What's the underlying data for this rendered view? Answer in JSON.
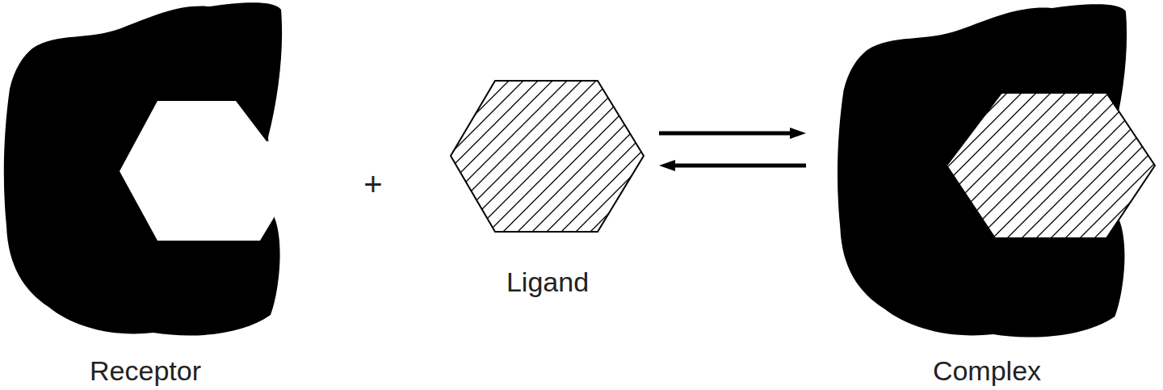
{
  "diagram": {
    "nodes": [
      {
        "text": [
          "Receptor"
        ]
      },
      {
        "text": [
          "Ligand"
        ]
      },
      {
        "text": [
          "Complex"
        ]
      }
    ],
    "edges": [
      {
        "from": 1,
        "to": 2,
        "arrow": "to"
      },
      {
        "from": 2,
        "to": 1,
        "arrow": "to"
      }
    ],
    "labels": [
      "+"
    ]
  }
}
